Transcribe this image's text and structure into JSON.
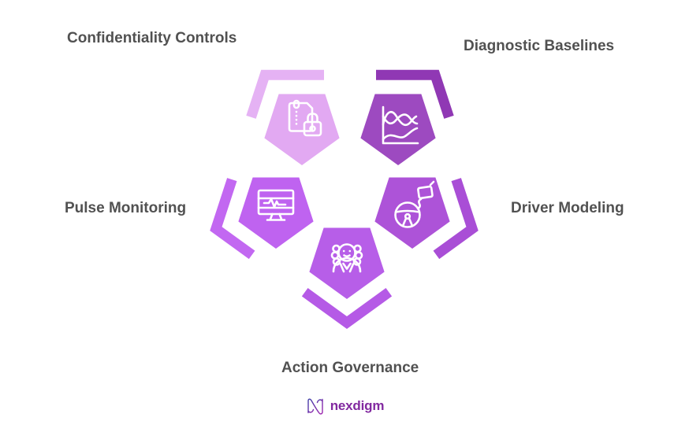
{
  "background": "#ffffff",
  "label_color": "#515151",
  "icon_stroke": "#ffffff",
  "nodes": [
    {
      "id": "confidentiality-controls",
      "label": "Confidentiality Controls",
      "fill": "#e2a9f2",
      "arc": "#e5b2f4",
      "icon": "zip-file-lock-icon"
    },
    {
      "id": "diagnostic-baselines",
      "label": "Diagnostic Baselines",
      "fill": "#9d4ac0",
      "arc": "#9038b4",
      "icon": "line-chart-icon"
    },
    {
      "id": "pulse-monitoring",
      "label": "Pulse Monitoring",
      "fill": "#bf63f0",
      "arc": "#c268f1",
      "icon": "monitor-pulse-icon"
    },
    {
      "id": "driver-modeling",
      "label": "Driver Modeling",
      "fill": "#ad53d8",
      "arc": "#a94ed6",
      "icon": "steering-wheel-icon"
    },
    {
      "id": "action-governance",
      "label": "Action Governance",
      "fill": "#b75ee8",
      "arc": "#b55ae6",
      "icon": "judge-icon"
    }
  ],
  "logo": {
    "brand": "nexdigm",
    "text_color": "#8229a0",
    "mark_gradient": [
      "#4040a8",
      "#a026b0"
    ]
  }
}
